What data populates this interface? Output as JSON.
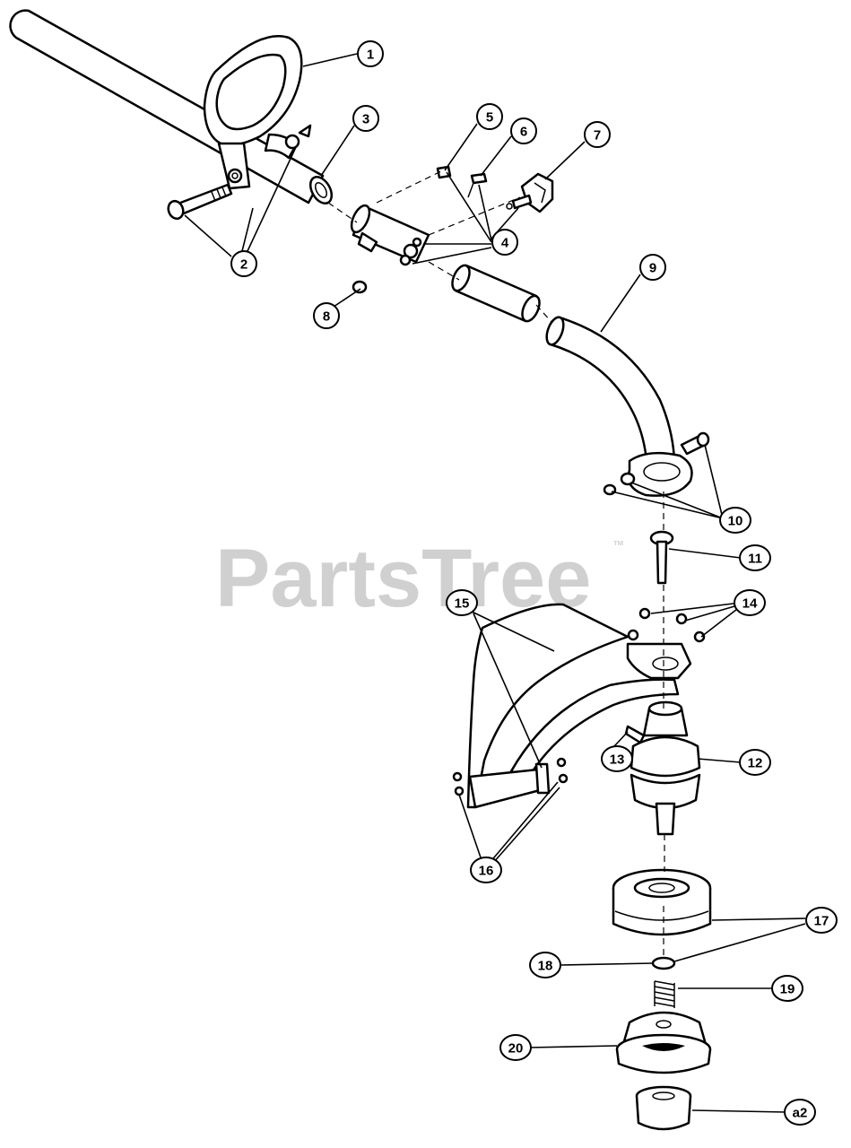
{
  "watermark": {
    "text": "PartsTree",
    "trademark": "™"
  },
  "callouts": [
    "1",
    "2",
    "3",
    "4",
    "5",
    "6",
    "7",
    "8",
    "9",
    "10",
    "11",
    "12",
    "13",
    "14",
    "15",
    "16",
    "17",
    "18",
    "19",
    "20",
    "a2"
  ]
}
